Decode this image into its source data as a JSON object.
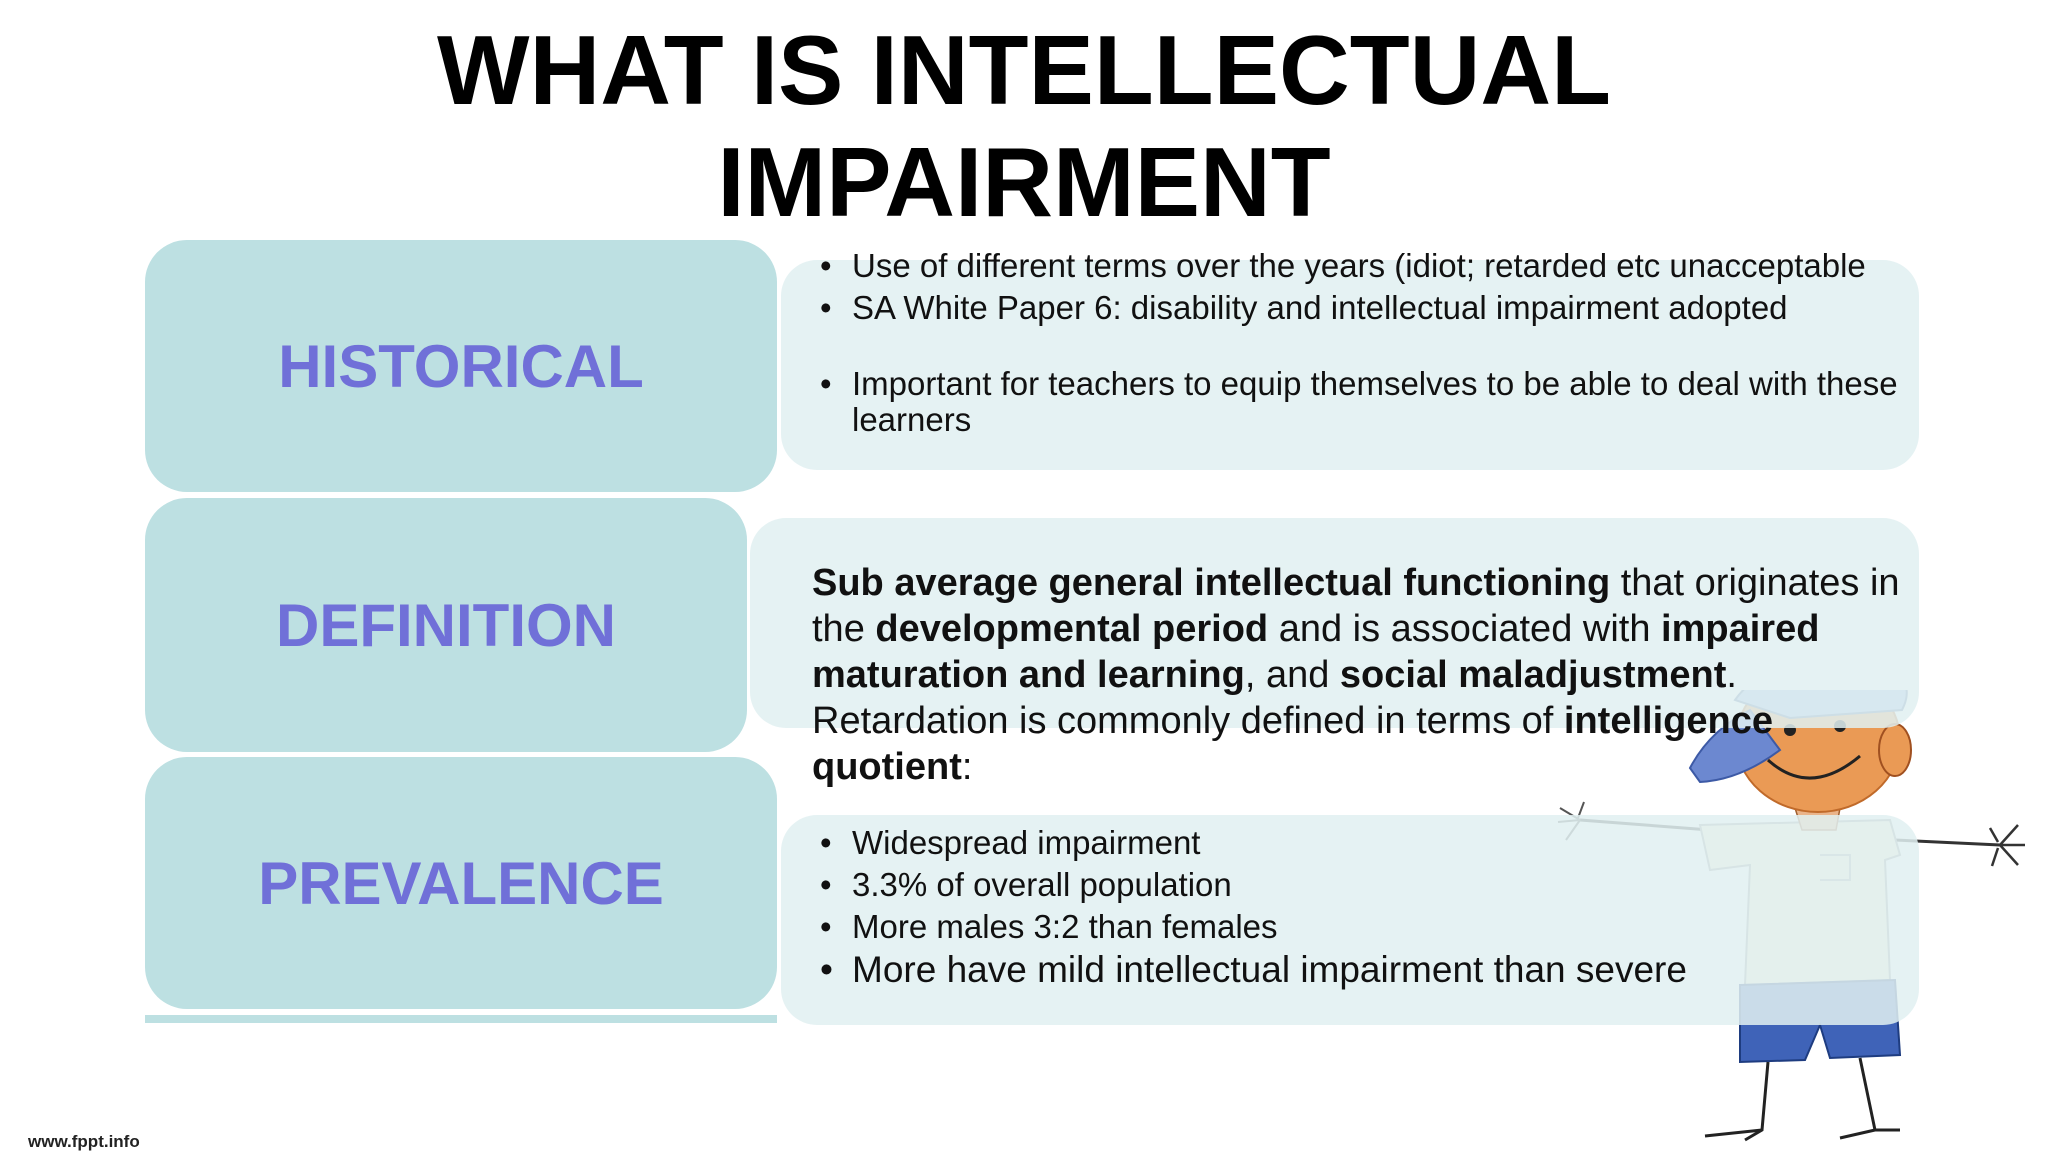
{
  "title": {
    "line1": "WHAT IS INTELLECTUAL",
    "line2": "IMPAIRMENT"
  },
  "sections": {
    "historical": {
      "label": "HISTORICAL",
      "bullets": [
        "Use of different terms over the years (idiot; retarded etc unacceptable",
        "SA White Paper 6: disability and intellectual impairment adopted",
        "Important for teachers to equip themselves to be able to deal with these learners"
      ]
    },
    "definition": {
      "label": "DEFINITION",
      "text": {
        "p1_bold": "Sub average general intellectual functioning",
        "p1_rest": " that originates in the ",
        "p2_bold": "developmental period",
        "p2_rest": " and is associated with ",
        "p3_bold": "impaired maturation and learning",
        "p3_rest": ", and ",
        "p4_bold": "social maladjustment",
        "p4_rest": ". Retardation is commonly defined in terms of ",
        "p5_bold": "intelligence quotient",
        "p5_rest": ":"
      }
    },
    "prevalence": {
      "label": "PREVALENCE",
      "bullets": [
        "Widespread impairment",
        "3.3% of overall population",
        "More males 3:2 than females",
        "More have mild intellectual impairment than severe"
      ]
    }
  },
  "footer": {
    "site": "www.fppt.info"
  },
  "colors": {
    "heading_box": "#bde0e2",
    "heading_text": "#7070d8",
    "panel": "#e1f0f1"
  }
}
